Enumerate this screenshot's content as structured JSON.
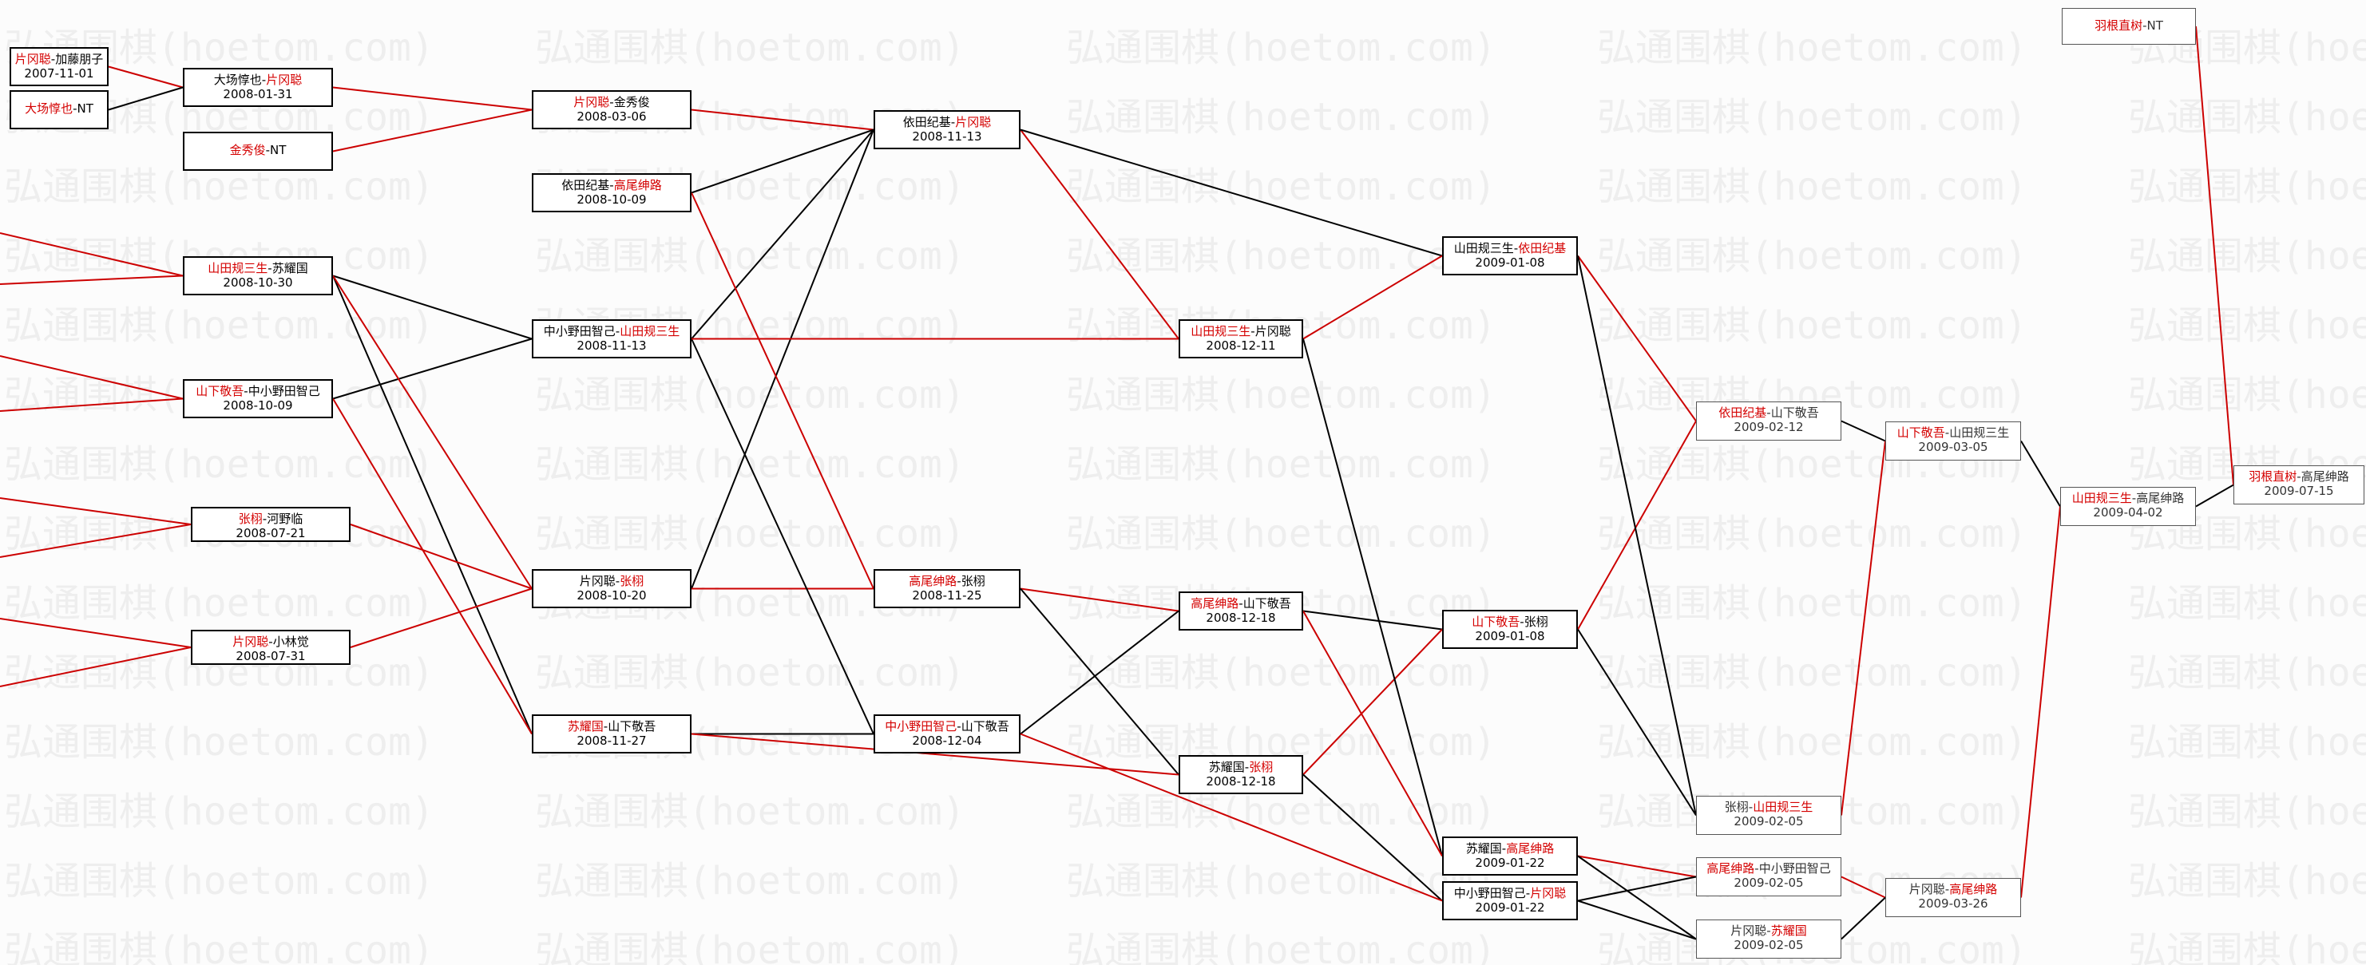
{
  "watermark": "弘通围棋(hoetom.com)",
  "colors": {
    "winner": "#d40000",
    "line_red": "#cc0000",
    "line_black": "#000000"
  },
  "matches": [
    {
      "id": "m1",
      "p1": "片冈聪",
      "p2": "加藤朋子",
      "winner": 1,
      "date": "2007-11-01"
    },
    {
      "id": "m2",
      "p1": "大场惇也",
      "p2": "NT",
      "winner": 1,
      "date": ""
    },
    {
      "id": "m3",
      "p1": "大场惇也",
      "p2": "片冈聪",
      "winner": 2,
      "date": "2008-01-31"
    },
    {
      "id": "m4",
      "p1": "金秀俊",
      "p2": "NT",
      "winner": 1,
      "date": ""
    },
    {
      "id": "m5",
      "p1": "山田规三生",
      "p2": "苏耀国",
      "winner": 1,
      "date": "2008-10-30"
    },
    {
      "id": "m6",
      "p1": "山下敬吾",
      "p2": "中小野田智己",
      "winner": 1,
      "date": "2008-10-09"
    },
    {
      "id": "m7",
      "p1": "张栩",
      "p2": "河野临",
      "winner": 1,
      "date": "2008-07-21"
    },
    {
      "id": "m8",
      "p1": "片冈聪",
      "p2": "小林觉",
      "winner": 1,
      "date": "2008-07-31"
    },
    {
      "id": "m9",
      "p1": "片冈聪",
      "p2": "金秀俊",
      "winner": 1,
      "date": "2008-03-06"
    },
    {
      "id": "m10",
      "p1": "依田纪基",
      "p2": "高尾绅路",
      "winner": 2,
      "date": "2008-10-09"
    },
    {
      "id": "m11",
      "p1": "中小野田智己",
      "p2": "山田规三生",
      "winner": 2,
      "date": "2008-11-13"
    },
    {
      "id": "m12",
      "p1": "片冈聪",
      "p2": "张栩",
      "winner": 2,
      "date": "2008-10-20"
    },
    {
      "id": "m13",
      "p1": "苏耀国",
      "p2": "山下敬吾",
      "winner": 1,
      "date": "2008-11-27"
    },
    {
      "id": "m14",
      "p1": "依田纪基",
      "p2": "片冈聪",
      "winner": 2,
      "date": "2008-11-13"
    },
    {
      "id": "m15",
      "p1": "高尾绅路",
      "p2": "张栩",
      "winner": 1,
      "date": "2008-11-25"
    },
    {
      "id": "m16",
      "p1": "中小野田智己",
      "p2": "山下敬吾",
      "winner": 1,
      "date": "2008-12-04"
    },
    {
      "id": "m17",
      "p1": "山田规三生",
      "p2": "片冈聪",
      "winner": 1,
      "date": "2008-12-11"
    },
    {
      "id": "m18",
      "p1": "高尾绅路",
      "p2": "山下敬吾",
      "winner": 1,
      "date": "2008-12-18"
    },
    {
      "id": "m19",
      "p1": "苏耀国",
      "p2": "张栩",
      "winner": 2,
      "date": "2008-12-18"
    },
    {
      "id": "m20",
      "p1": "山田规三生",
      "p2": "依田纪基",
      "winner": 2,
      "date": "2009-01-08"
    },
    {
      "id": "m21",
      "p1": "山下敬吾",
      "p2": "张栩",
      "winner": 1,
      "date": "2009-01-08"
    },
    {
      "id": "m22",
      "p1": "苏耀国",
      "p2": "高尾绅路",
      "winner": 2,
      "date": "2009-01-22"
    },
    {
      "id": "m23",
      "p1": "中小野田智己",
      "p2": "片冈聪",
      "winner": 2,
      "date": "2009-01-22"
    },
    {
      "id": "m24",
      "p1": "依田纪基",
      "p2": "山下敬吾",
      "winner": 1,
      "date": "2009-02-12"
    },
    {
      "id": "m25",
      "p1": "张栩",
      "p2": "山田规三生",
      "winner": 2,
      "date": "2009-02-05"
    },
    {
      "id": "m26",
      "p1": "高尾绅路",
      "p2": "中小野田智己",
      "winner": 1,
      "date": "2009-02-05"
    },
    {
      "id": "m27",
      "p1": "片冈聪",
      "p2": "苏耀国",
      "winner": 2,
      "date": "2009-02-05"
    },
    {
      "id": "m28",
      "p1": "山下敬吾",
      "p2": "山田规三生",
      "winner": 1,
      "date": "2009-03-05"
    },
    {
      "id": "m29",
      "p1": "片冈聪",
      "p2": "高尾绅路",
      "winner": 2,
      "date": "2009-03-26"
    },
    {
      "id": "m30",
      "p1": "山田规三生",
      "p2": "高尾绅路",
      "winner": 1,
      "date": "2009-04-02"
    },
    {
      "id": "m31",
      "p1": "羽根直树",
      "p2": "NT",
      "winner": 1,
      "date": ""
    },
    {
      "id": "m32",
      "p1": "羽根直树",
      "p2": "高尾绅路",
      "winner": 1,
      "date": "2009-07-15"
    }
  ]
}
